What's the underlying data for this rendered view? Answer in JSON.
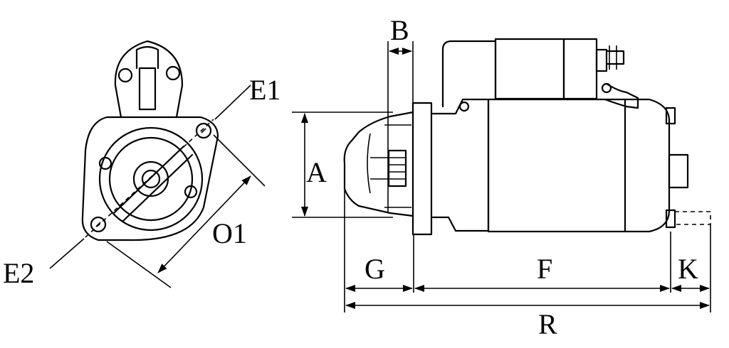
{
  "labels": {
    "e1": "E1",
    "e2": "E2",
    "o1": "O1",
    "a": "A",
    "b": "B",
    "g": "G",
    "f": "F",
    "k": "K",
    "r": "R"
  }
}
